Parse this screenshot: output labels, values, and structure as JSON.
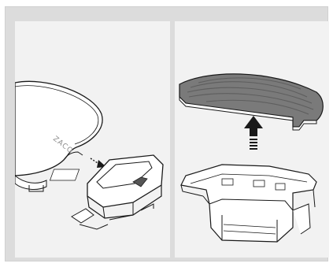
{
  "illustration": {
    "left_panel": {
      "description_icon": "robot-base-and-dustbin",
      "brand_text": "ZACO",
      "arrow_direction": "right"
    },
    "right_panel": {
      "description_icon": "mop-pad-and-water-tank",
      "arrow_direction": "up"
    },
    "colors": {
      "outer_frame": "#dcdcdc",
      "panel_bg": "#f2f2f2",
      "line": "#1a1a1a",
      "mop_fill": "#7a7a7a",
      "mop_stripe": "#5e5e5e"
    }
  }
}
